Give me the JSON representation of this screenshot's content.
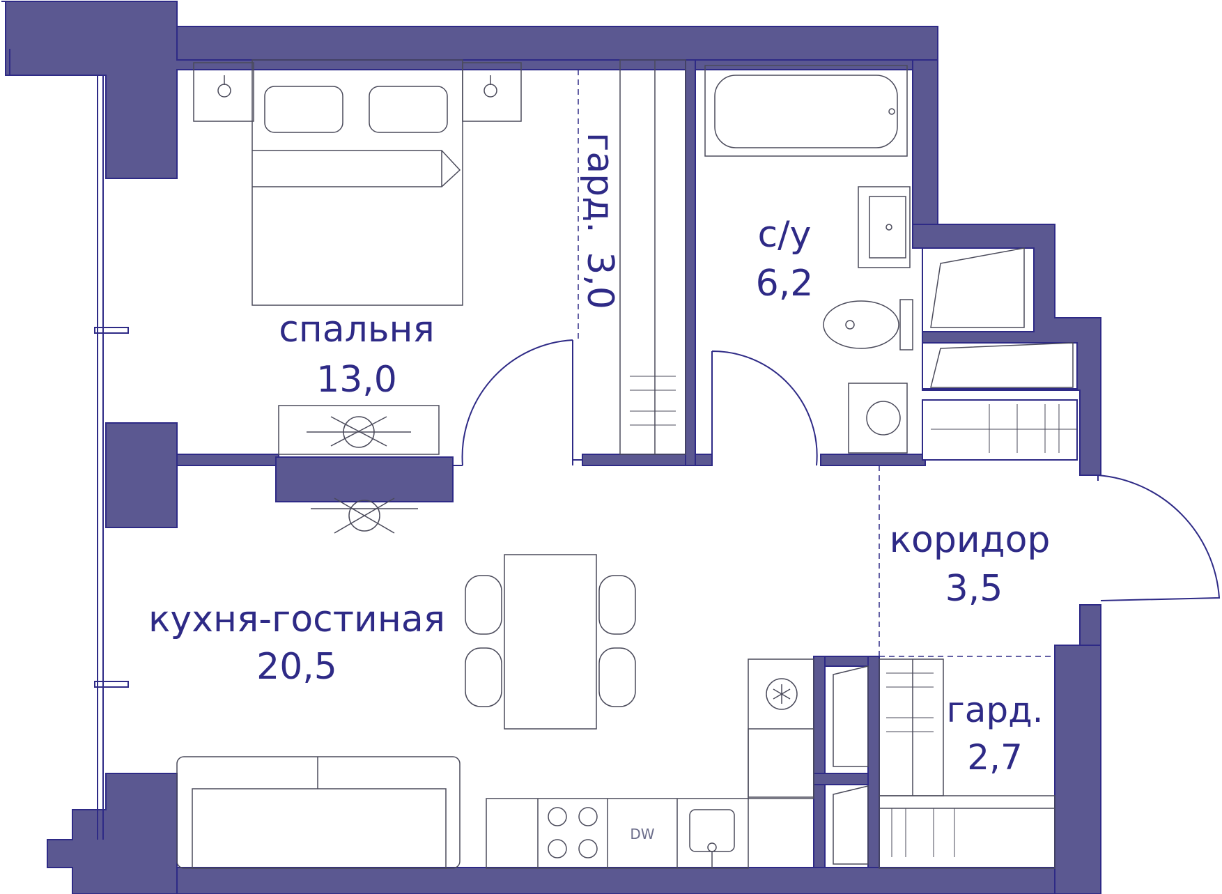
{
  "colors": {
    "wall": "#5b5891",
    "outline": "#2e2a86",
    "furniture": "#4a4a5a",
    "label": "#2e2a86",
    "background": "#ffffff"
  },
  "rooms": {
    "bedroom": {
      "name": "спальня",
      "area": "13,0"
    },
    "wardrobe_1": {
      "name": "гард.",
      "area": "3,0"
    },
    "bathroom": {
      "name": "с/у",
      "area": "6,2"
    },
    "corridor": {
      "name": "коридор",
      "area": "3,5"
    },
    "living_kitchen": {
      "name": "кухня-гостиная",
      "area": "20,5"
    },
    "wardrobe_2": {
      "name": "гард.",
      "area": "2,7"
    }
  },
  "appliances": {
    "dishwasher_label": "DW",
    "fridge_icon": "snowflake-icon"
  }
}
